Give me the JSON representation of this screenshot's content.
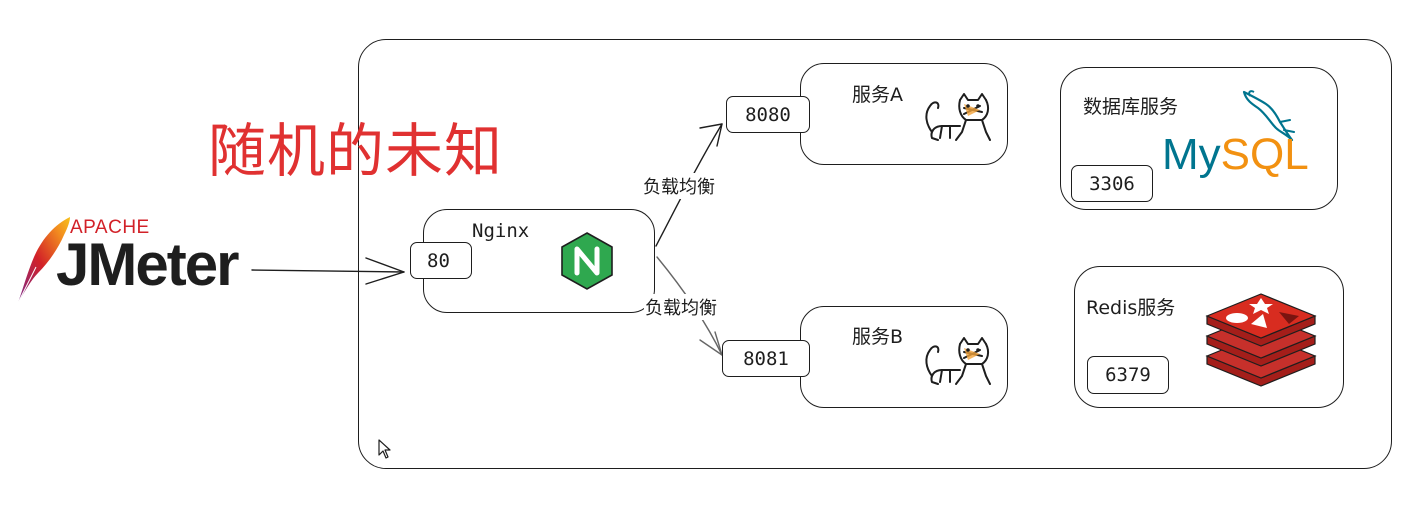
{
  "annotation": {
    "text": "随机的未知",
    "color": "#e03131"
  },
  "jmeter": {
    "apache": "APACHE",
    "brand": "JMeter",
    "color": "#d22128"
  },
  "nginx": {
    "label": "Nginx",
    "port": "80",
    "icon": "nginx-hexagon-icon",
    "icon_color": "#2fa84f"
  },
  "edges": {
    "lb_top": "负载均衡",
    "lb_bottom": "负载均衡"
  },
  "service_a": {
    "label": "服务A",
    "port": "8080",
    "icon": "tomcat-icon"
  },
  "service_b": {
    "label": "服务B",
    "port": "8081",
    "icon": "tomcat-icon"
  },
  "mysql": {
    "label": "数据库服务",
    "port": "3306",
    "logo_my": "My",
    "logo_sql": "SQL",
    "my_color": "#00758f",
    "sql_color": "#f29111"
  },
  "redis": {
    "label": "Redis服务",
    "port": "6379",
    "icon": "redis-icon",
    "icon_color": "#c6302b"
  }
}
